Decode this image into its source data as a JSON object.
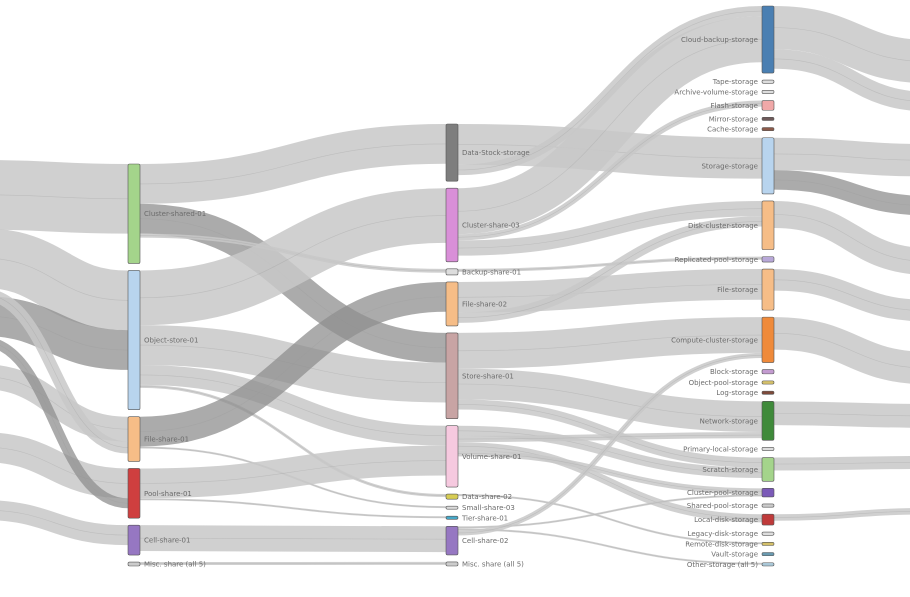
{
  "diagram": {
    "type": "sankey",
    "colors": {
      "link": "#c8c8c8",
      "link_dark": "#8f8f8f",
      "node_stroke": "#555555"
    },
    "columns": [
      {
        "id": "col1",
        "nodes": [
          {
            "id": "n1a",
            "label": "Cluster-shared-01",
            "color": "#a4d48b",
            "value": 100
          },
          {
            "id": "n1b",
            "label": "Object-store-01",
            "color": "#b8d4ee",
            "value": 140
          },
          {
            "id": "n1c",
            "label": "File-share-01",
            "color": "#f6bd87",
            "value": 45
          },
          {
            "id": "n1d",
            "label": "Pool-share-01",
            "color": "#cf3f3f",
            "value": 50
          },
          {
            "id": "n1e",
            "label": "Cell-share-01",
            "color": "#9677c2",
            "value": 30
          },
          {
            "id": "n1f",
            "label": "Misc. share (all 5)",
            "color": "#cccccc",
            "value": 4
          }
        ]
      },
      {
        "id": "col2",
        "nodes": [
          {
            "id": "n2a",
            "label": "Data-Stock-storage",
            "color": "#7e7e7e",
            "value": 56
          },
          {
            "id": "n2b",
            "label": "Cluster-share-03",
            "color": "#d98fd8",
            "value": 72
          },
          {
            "id": "n2c",
            "label": "Backup-share-01",
            "color": "#dddddd",
            "value": 6
          },
          {
            "id": "n2d",
            "label": "File-share-02",
            "color": "#f6bd87",
            "value": 43
          },
          {
            "id": "n2e",
            "label": "Store-share-01",
            "color": "#c8a4a4",
            "value": 84
          },
          {
            "id": "n2f",
            "label": "Volume-share-01",
            "color": "#f6c9df",
            "value": 60
          },
          {
            "id": "n2g",
            "label": "Data-share-02",
            "color": "#d6cc54",
            "value": 5
          },
          {
            "id": "n2h",
            "label": "Small-share-03",
            "color": "#dadada",
            "value": 3
          },
          {
            "id": "n2i",
            "label": "Tier-share-01",
            "color": "#46a8c8",
            "value": 3
          },
          {
            "id": "n2j",
            "label": "Cell-share-02",
            "color": "#9677c2",
            "value": 28
          },
          {
            "id": "n2k",
            "label": "Misc. share (all 5)",
            "color": "#cccccc",
            "value": 4
          }
        ]
      },
      {
        "id": "col3",
        "nodes": [
          {
            "id": "n3a",
            "label": "Cloud-backup-storage",
            "color": "#4a7fb2",
            "value": 62
          },
          {
            "id": "n3b",
            "label": "Tape-storage",
            "color": "#dddddd",
            "value": 3
          },
          {
            "id": "n3c",
            "label": "Archive-volume-storage",
            "color": "#dddddd",
            "value": 3
          },
          {
            "id": "n3d",
            "label": "Flash-storage",
            "color": "#f0a8a8",
            "value": 9
          },
          {
            "id": "n3e",
            "label": "Mirror-storage",
            "color": "#6e5a5a",
            "value": 3
          },
          {
            "id": "n3f",
            "label": "Cache-storage",
            "color": "#8b5a4a",
            "value": 3
          },
          {
            "id": "n3g",
            "label": "Storage-storage",
            "color": "#b8d4ee",
            "value": 52
          },
          {
            "id": "n3h",
            "label": "Disk-cluster-storage",
            "color": "#f6bd87",
            "value": 45
          },
          {
            "id": "n3i",
            "label": "Replicated-pool-storage",
            "color": "#b8a8d8",
            "value": 5
          },
          {
            "id": "n3j",
            "label": "File-storage",
            "color": "#f6bd87",
            "value": 38
          },
          {
            "id": "n3k",
            "label": "Compute-cluster-storage",
            "color": "#ef8a3a",
            "value": 42
          },
          {
            "id": "n3l",
            "label": "Block-storage",
            "color": "#c39bd0",
            "value": 4
          },
          {
            "id": "n3m",
            "label": "Object-pool-storage",
            "color": "#d4c06a",
            "value": 3
          },
          {
            "id": "n3n",
            "label": "Log-storage",
            "color": "#7d4a3a",
            "value": 3
          },
          {
            "id": "n3o",
            "label": "Network-storage",
            "color": "#3f8a3a",
            "value": 36
          },
          {
            "id": "n3p",
            "label": "Primary-local-storage",
            "color": "#dddddd",
            "value": 3
          },
          {
            "id": "n3q",
            "label": "Scratch-storage",
            "color": "#a4d48b",
            "value": 22
          },
          {
            "id": "n3r",
            "label": "Cluster-pool-storage",
            "color": "#7b5ab8",
            "value": 8
          },
          {
            "id": "n3s",
            "label": "Shared-pool-storage",
            "color": "#cccccc",
            "value": 3
          },
          {
            "id": "n3t",
            "label": "Local-disk-storage",
            "color": "#bf3a3a",
            "value": 10
          },
          {
            "id": "n3u",
            "label": "Legacy-disk-storage",
            "color": "#dddddd",
            "value": 3
          },
          {
            "id": "n3v",
            "label": "Remote-disk-storage",
            "color": "#d4c06a",
            "value": 3
          },
          {
            "id": "n3w",
            "label": "Vault-storage",
            "color": "#6a9ab0",
            "value": 3
          },
          {
            "id": "n3x",
            "label": "Other-storage (all 5)",
            "color": "#aac8d8",
            "value": 3
          }
        ]
      }
    ],
    "links": [
      {
        "source": "in1",
        "target": "n1a",
        "value": 70
      },
      {
        "source": "in2",
        "target": "n1b",
        "value": 60
      },
      {
        "source": "in3",
        "target": "n1b",
        "value": 40,
        "dark": true
      },
      {
        "source": "in4",
        "target": "n1c",
        "value": 25
      },
      {
        "source": "in5",
        "target": "n1d",
        "value": 30
      },
      {
        "source": "in6",
        "target": "n1e",
        "value": 20
      },
      {
        "source": "in3",
        "target": "n1d",
        "value": 10,
        "dark": true
      },
      {
        "source": "in2",
        "target": "n1c",
        "value": 12
      },
      {
        "source": "n1a",
        "target": "n2a",
        "value": 40
      },
      {
        "source": "n1a",
        "target": "n2e",
        "value": 30,
        "dark": true
      },
      {
        "source": "n1a",
        "target": "n2c",
        "value": 4
      },
      {
        "source": "n1b",
        "target": "n2b",
        "value": 55
      },
      {
        "source": "n1b",
        "target": "n2e",
        "value": 40
      },
      {
        "source": "n1b",
        "target": "n2f",
        "value": 20
      },
      {
        "source": "n1b",
        "target": "n2g",
        "value": 3
      },
      {
        "source": "n1c",
        "target": "n2d",
        "value": 30,
        "dark": true
      },
      {
        "source": "n1c",
        "target": "n2h",
        "value": 2
      },
      {
        "source": "n1d",
        "target": "n2f",
        "value": 30
      },
      {
        "source": "n1d",
        "target": "n2i",
        "value": 2
      },
      {
        "source": "n1e",
        "target": "n2j",
        "value": 26
      },
      {
        "source": "n1f",
        "target": "n2k",
        "value": 3
      },
      {
        "source": "n2a",
        "target": "n3g",
        "value": 40
      },
      {
        "source": "n2a",
        "target": "n3a",
        "value": 10
      },
      {
        "source": "n2b",
        "target": "n3a",
        "value": 45
      },
      {
        "source": "n2b",
        "target": "n3d",
        "value": 6
      },
      {
        "source": "n2b",
        "target": "n3h",
        "value": 15
      },
      {
        "source": "n2c",
        "target": "n3i",
        "value": 3
      },
      {
        "source": "n2d",
        "target": "n3j",
        "value": 30
      },
      {
        "source": "n2d",
        "target": "n3h",
        "value": 10
      },
      {
        "source": "n2e",
        "target": "n3k",
        "value": 35
      },
      {
        "source": "n2e",
        "target": "n3o",
        "value": 30
      },
      {
        "source": "n2e",
        "target": "n3q",
        "value": 10
      },
      {
        "source": "n2f",
        "target": "n3q",
        "value": 10
      },
      {
        "source": "n2f",
        "target": "n3o",
        "value": 6
      },
      {
        "source": "n2f",
        "target": "n3t",
        "value": 8
      },
      {
        "source": "n2f",
        "target": "n3r",
        "value": 6
      },
      {
        "source": "n2g",
        "target": "n3v",
        "value": 2
      },
      {
        "source": "n2j",
        "target": "n3r",
        "value": 2
      },
      {
        "source": "n2j",
        "target": "n3x",
        "value": 2
      },
      {
        "source": "n2j",
        "target": "n3k",
        "value": 5
      },
      {
        "source": "n3a",
        "target": "out1",
        "value": 40
      },
      {
        "source": "n3a",
        "target": "out2",
        "value": 18
      },
      {
        "source": "n3g",
        "target": "out3",
        "value": 30
      },
      {
        "source": "n3g",
        "target": "out4",
        "value": 18,
        "dark": true
      },
      {
        "source": "n3h",
        "target": "out5",
        "value": 25
      },
      {
        "source": "n3j",
        "target": "out6",
        "value": 20
      },
      {
        "source": "n3k",
        "target": "out7",
        "value": 30
      },
      {
        "source": "n3o",
        "target": "out8",
        "value": 22
      },
      {
        "source": "n3q",
        "target": "out9",
        "value": 12
      },
      {
        "source": "n3t",
        "target": "out10",
        "value": 6
      }
    ]
  }
}
